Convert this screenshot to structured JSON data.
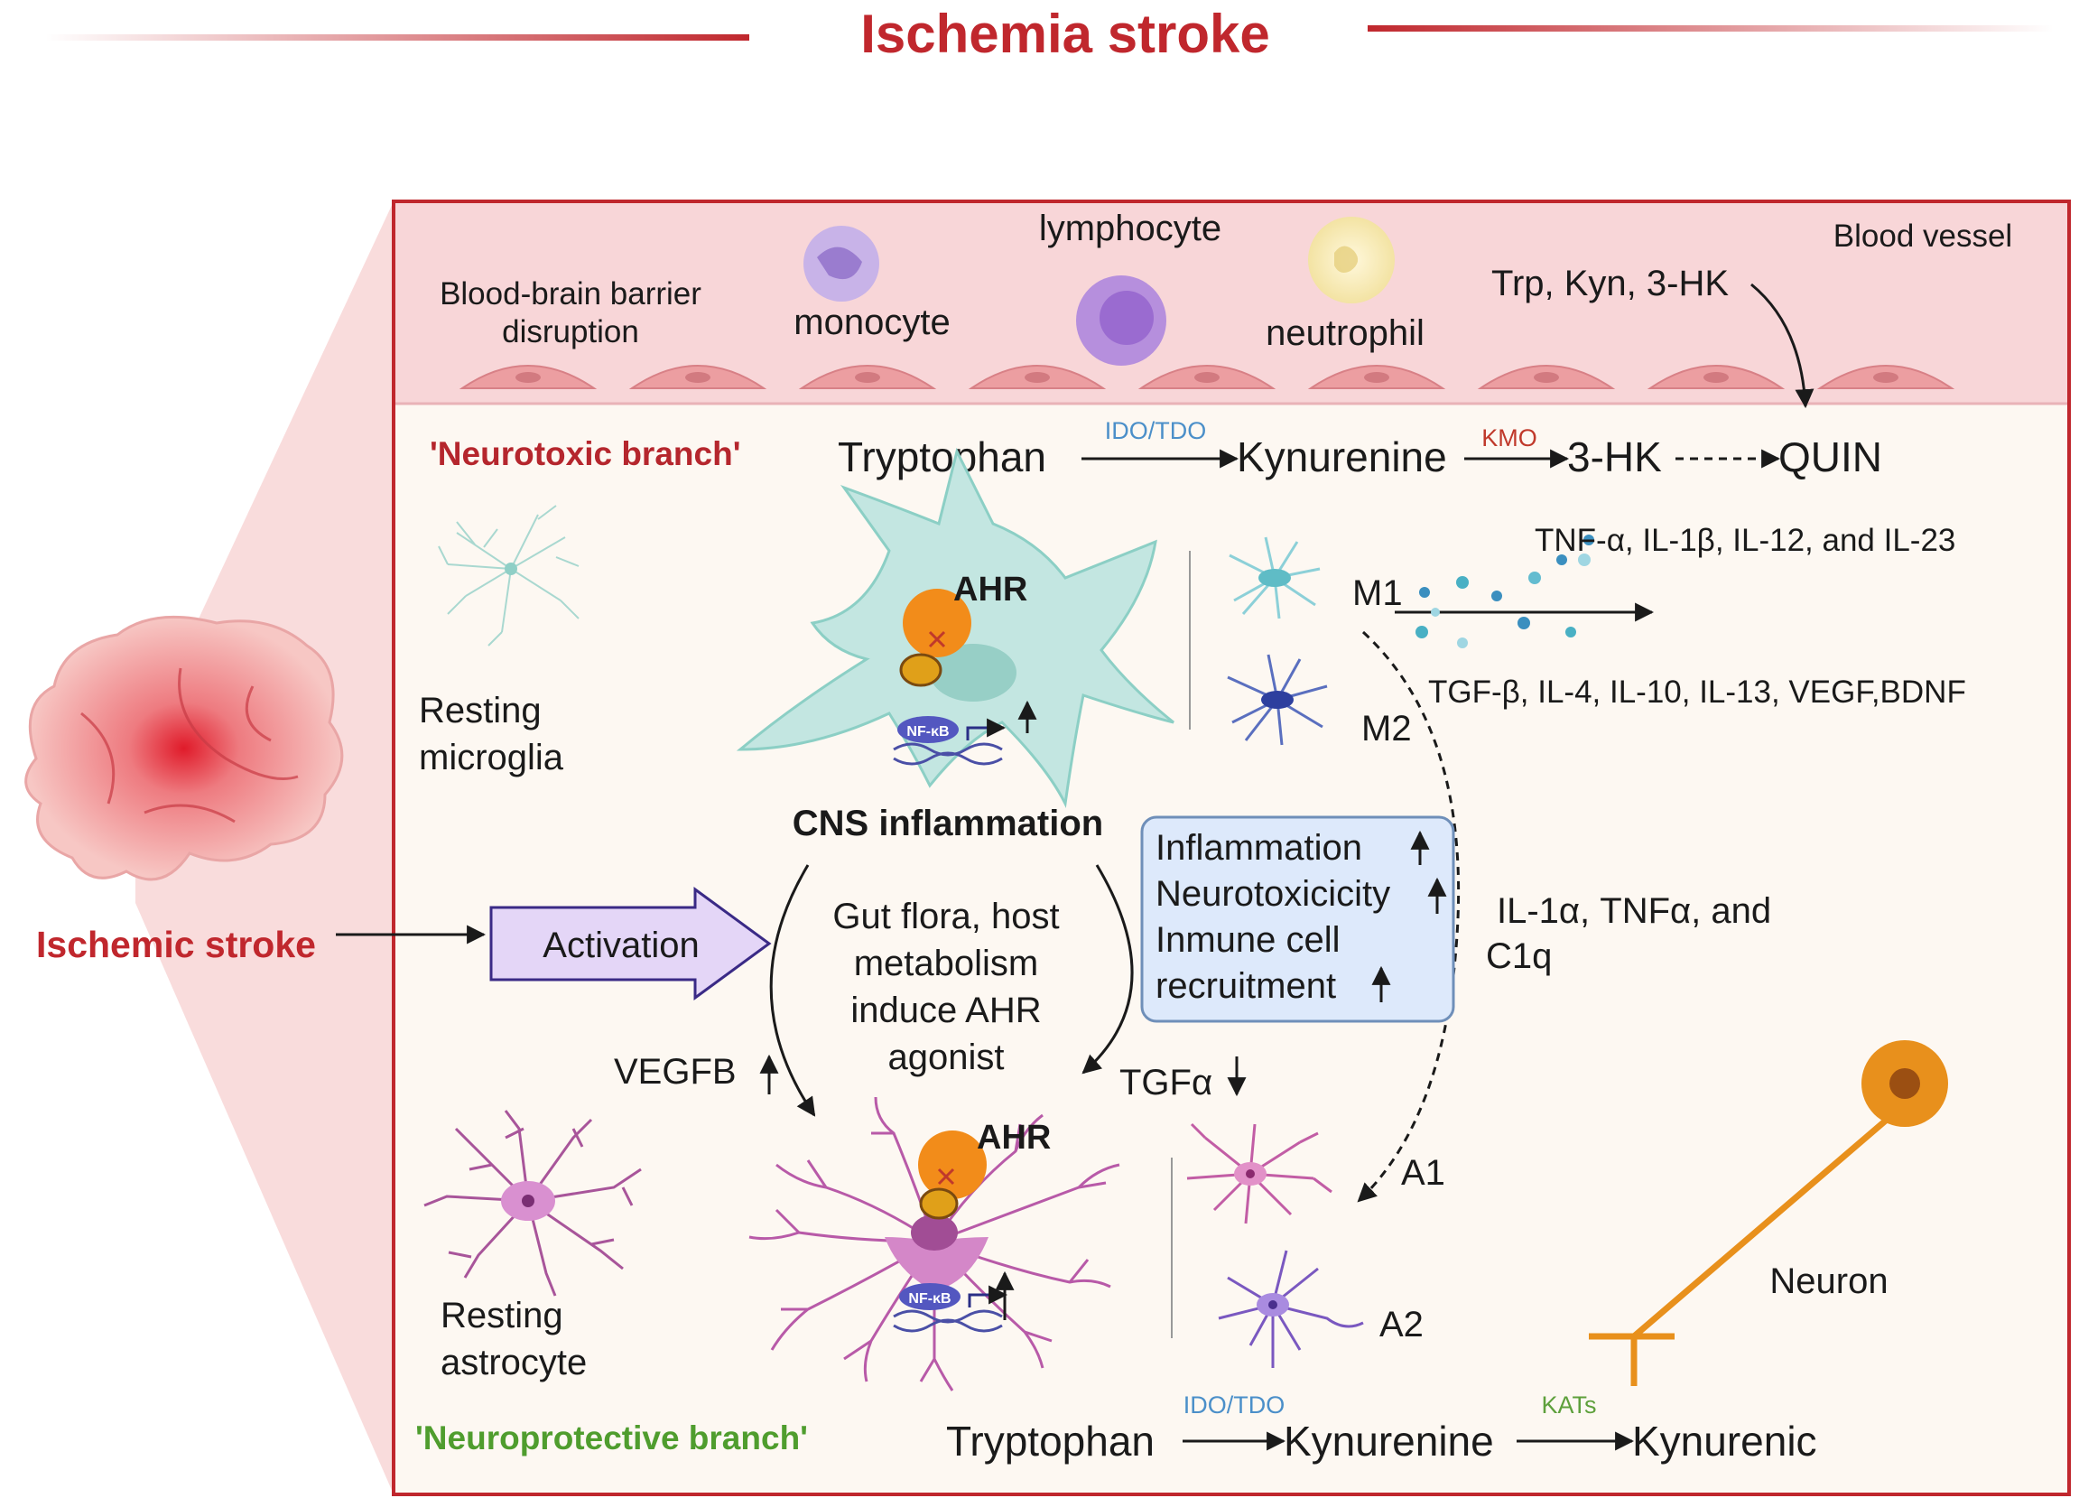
{
  "title": "Ischemia stroke",
  "colors": {
    "title_red": "#c0272d",
    "frame_red": "#c0272d",
    "vessel_bg": "#f8d6d8",
    "panel_bg": "#fdf8f2",
    "endothelial": "#ec9ea1",
    "microglia": "#bfe3de",
    "astrocyte": "#b85aa8",
    "ahr_orange": "#f28c1a",
    "neuron_orange": "#e8901c",
    "activation_fill": "#e4d6f7",
    "box_fill": "#dde9fb",
    "neurotoxic_red": "#b5262d",
    "neuroprotective_green": "#4f9d2e",
    "enzyme_blue": "#4b8fc9",
    "enzyme_red": "#c0392b",
    "enzyme_green": "#5ea03c"
  },
  "left": {
    "brain_label": "Ischemic stroke",
    "activation": "Activation"
  },
  "blood_vessel": {
    "label": "Blood vessel",
    "bbb_line1": "Blood-brain barrier",
    "bbb_line2": "disruption",
    "monocyte": "monocyte",
    "lymphocyte": "lymphocyte",
    "neutrophil": "neutrophil",
    "metabolites": "Trp, Kyn, 3-HK"
  },
  "neurotoxic": {
    "branch_label": "'Neurotoxic branch'",
    "tryptophan": "Tryptophan",
    "ido_tdo": "IDO/TDO",
    "kynurenine": "Kynurenine",
    "kmo": "KMO",
    "hk": "3-HK",
    "quin": "QUIN"
  },
  "microglia": {
    "resting_line1": "Resting",
    "resting_line2": "microglia",
    "ahr": "AHR",
    "nfkb": "NF-κB",
    "cns": "CNS inflammation",
    "m1": "M1",
    "m2": "M2",
    "m1_cytokines": "TNF-α, IL-1β, IL-12, and IL-23",
    "m2_cytokines": "TGF-β, IL-4, IL-10, IL-13, VEGF,BDNF"
  },
  "center": {
    "gut_line1": "Gut flora, host",
    "gut_line2": "metabolism",
    "gut_line3": "induce AHR",
    "gut_line4": "agonist",
    "vegfb": "VEGFB",
    "tgfa": "TGFα",
    "up_arrow": "↑",
    "down_arrow": "↓"
  },
  "effects_box": {
    "line1": "Inflammation",
    "line2": "Neurotoxicicity",
    "line3": "Inmune cell",
    "line4": "recruitment",
    "up_arrow": "↑"
  },
  "a1_signals": {
    "line1": "IL-1α, TNFα, and",
    "line2": "C1q"
  },
  "astrocyte": {
    "resting_line1": "Resting",
    "resting_line2": "astrocyte",
    "ahr": "AHR",
    "nfkb": "NF-κB",
    "a1": "A1",
    "a2": "A2"
  },
  "neuron": {
    "label": "Neuron"
  },
  "neuroprotective": {
    "branch_label": "'Neuroprotective branch'",
    "tryptophan": "Tryptophan",
    "ido_tdo": "IDO/TDO",
    "kynurenine": "Kynurenine",
    "kats": "KATs",
    "kynurenic": "Kynurenic"
  }
}
